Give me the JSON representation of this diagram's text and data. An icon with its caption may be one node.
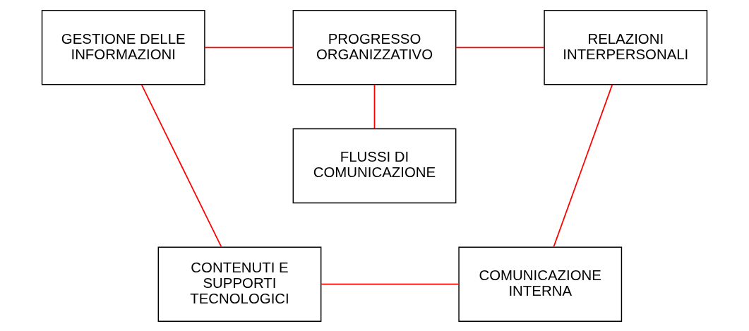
{
  "diagram": {
    "nodes": [
      {
        "text": [
          "GESTIONE DELLE INFORMAZIONI"
        ]
      },
      {
        "text": [
          "PROGRESSO ORGANIZZATIVO"
        ]
      },
      {
        "text": [
          "RELAZIONI INTERPERSONALI"
        ]
      },
      {
        "text": [
          "FLUSSI DI COMUNICAZIONE"
        ]
      },
      {
        "text": [
          "CONTENUTI E SUPPORTI TECNOLOGICI"
        ]
      },
      {
        "text": [
          "COMUNICAZIONE INTERNA"
        ]
      }
    ],
    "edges": [
      {
        "from": 0,
        "to": 1,
        "arrow": "none"
      },
      {
        "from": 1,
        "to": 2,
        "arrow": "none"
      },
      {
        "from": 1,
        "to": 3,
        "arrow": "none"
      },
      {
        "from": 0,
        "to": 4,
        "arrow": "none"
      },
      {
        "from": 2,
        "to": 5,
        "arrow": "none"
      },
      {
        "from": 4,
        "to": 5,
        "arrow": "none"
      }
    ]
  }
}
